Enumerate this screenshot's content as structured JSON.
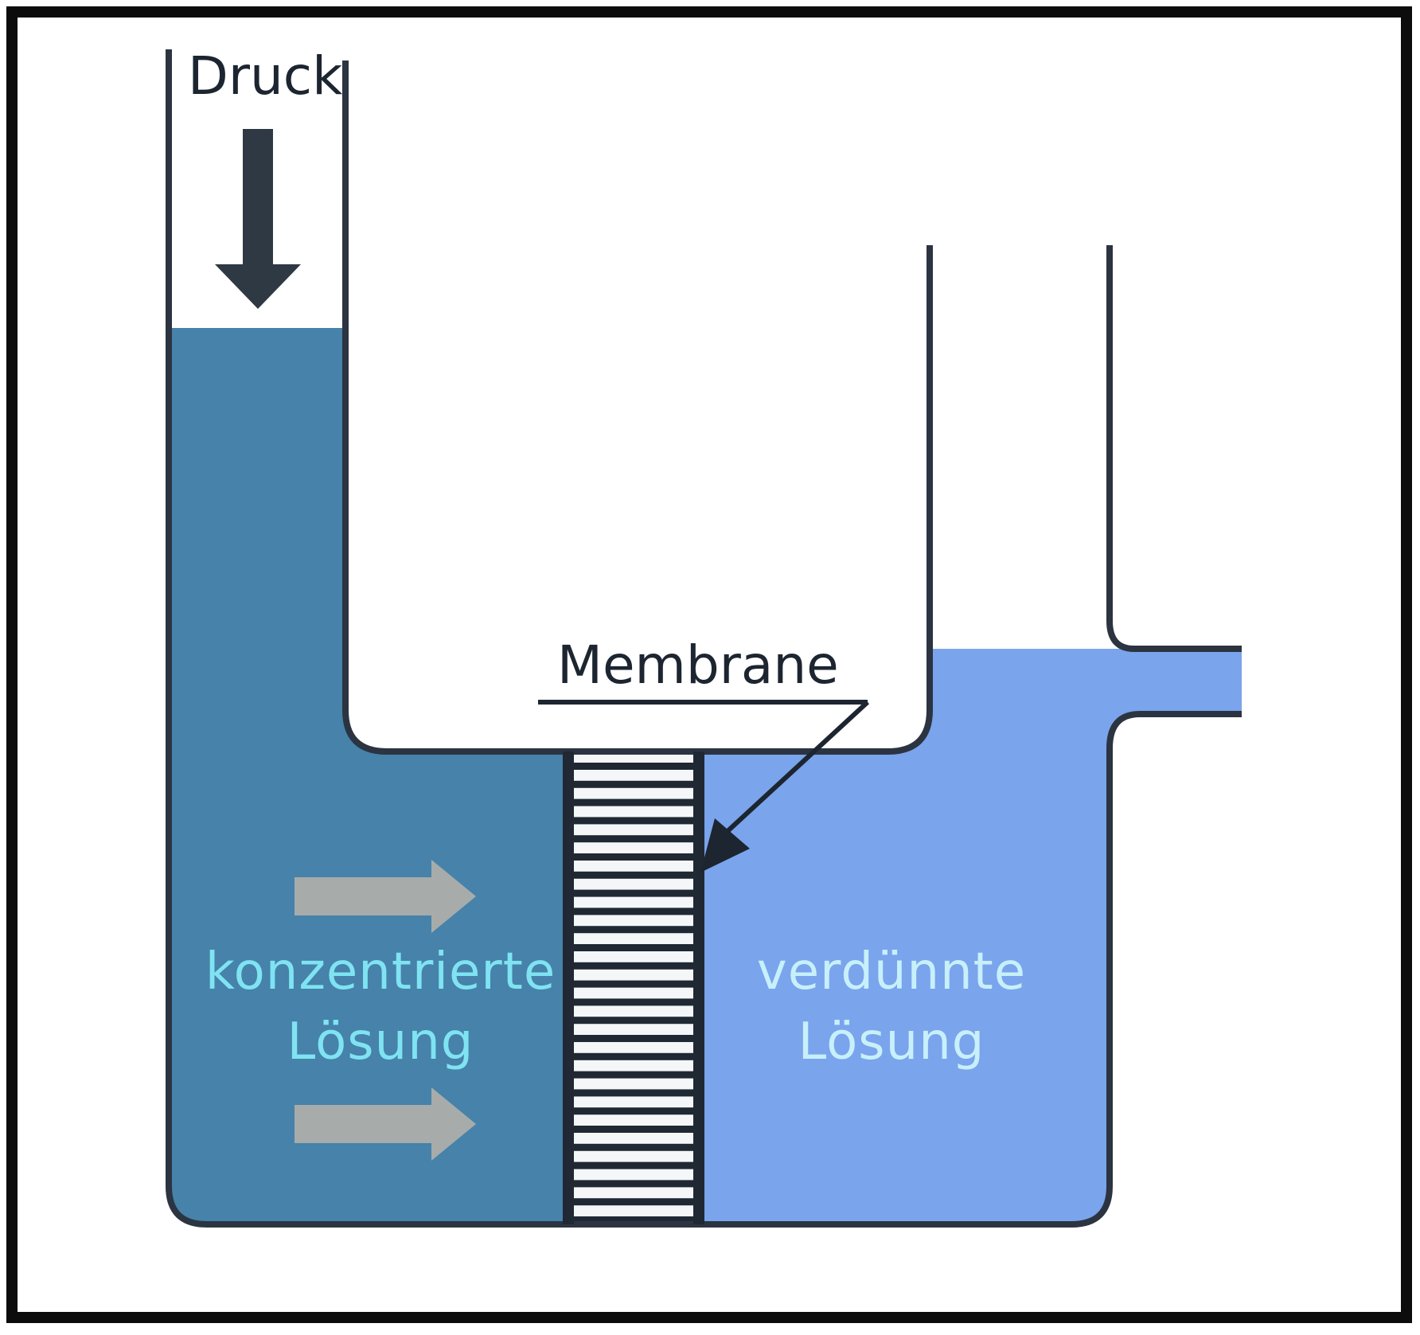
{
  "labels": {
    "pressure": "Druck",
    "membrane": "Membrane",
    "concentrated_line1": "konzentrierte",
    "concentrated_line2": "Lösung",
    "dilute_line1": "verdünnte",
    "dilute_line2": "Lösung"
  },
  "colors": {
    "frame": "#0c0c0c",
    "outline": "#2b3440",
    "concentrated_solution": "#4682aa",
    "dilute_solution": "#7aa4ec",
    "membrane_stripe_dark": "#1f2833",
    "membrane_stripe_light": "#f4f6f8",
    "pressure_arrow": "#2f3944",
    "flow_arrow": "#a7acaa",
    "text_dark": "#1c2530",
    "text_concentrated": "#7fe3f2",
    "text_dilute": "#c7f0fb"
  },
  "icons": {
    "pressure_arrow": "arrow-down-icon",
    "flow_arrow": "arrow-right-icon",
    "pointer_arrow": "pointer-arrow-icon"
  }
}
